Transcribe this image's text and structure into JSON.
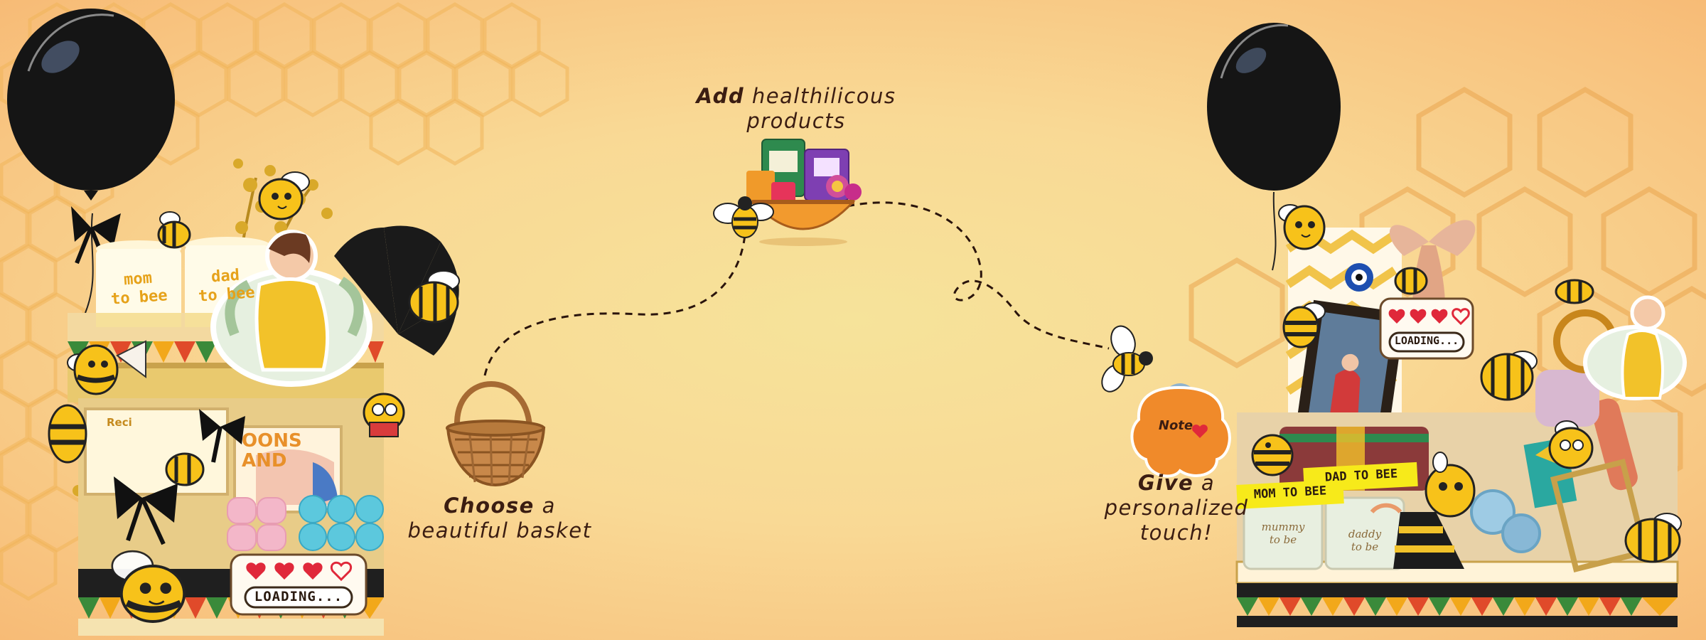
{
  "steps": [
    {
      "bold": "Add",
      "rest": "healthilicous",
      "line2": "products"
    },
    {
      "bold": "Choose",
      "rest": "a",
      "line2": "beautiful basket"
    },
    {
      "bold": "Give",
      "rest": "a",
      "line2": "personalized",
      "line3": "touch!"
    }
  ],
  "left_hamper": {
    "mug_left": [
      "mom",
      "to bee"
    ],
    "mug_right": [
      "dad",
      "to bee"
    ],
    "card_text": "LOADING...",
    "book_words": [
      "Reci",
      "OONS",
      "AND"
    ]
  },
  "right_hamper": {
    "card_text": "LOADING...",
    "tag_dad": "DAD TO BEE",
    "tag_mom": "MOM TO BEE",
    "mug_left": [
      "mummy",
      "to be"
    ],
    "mug_right": [
      "daddy",
      "to be"
    ]
  },
  "note_tag": "Note",
  "colors": {
    "text": "#3b1d12",
    "hex_line": "#f0b45a",
    "bee_yellow": "#f7c21a",
    "balloon": "#151515"
  }
}
